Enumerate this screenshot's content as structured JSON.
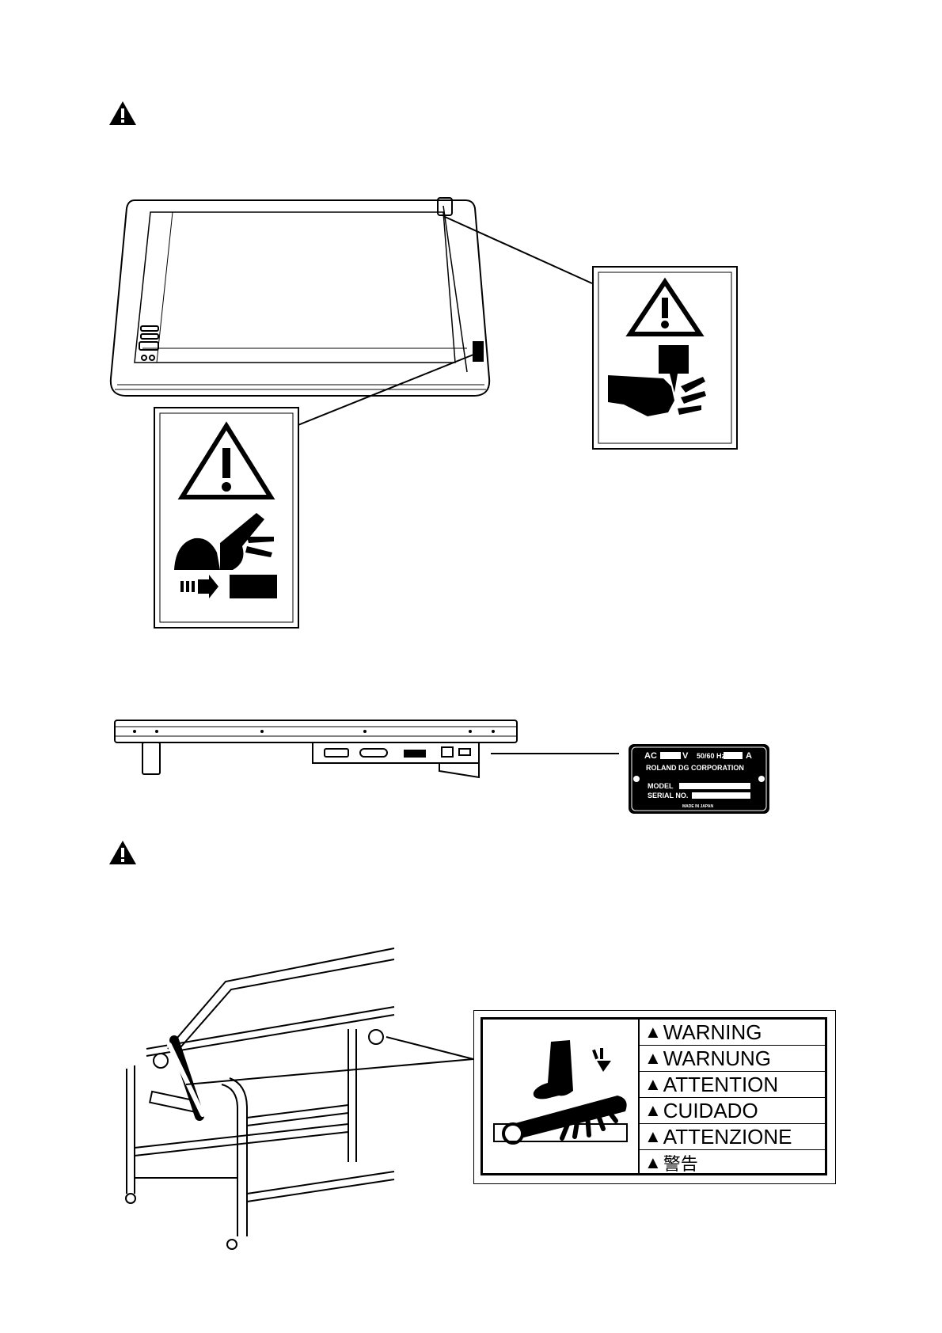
{
  "rating_plate": {
    "ac_label": "AC",
    "v_label": "V",
    "freq_label": "50/60 Hz",
    "a_label": "A",
    "company": "ROLAND DG CORPORATION",
    "model_label": "MODEL",
    "serial_label": "SERIAL NO.",
    "origin": "MADE IN JAPAN"
  },
  "warning_label": {
    "rows": [
      "WARNING",
      "WARNUNG",
      "ATTENTION",
      "CUIDADO",
      "ATTENZIONE",
      "警告"
    ]
  },
  "icons": [
    "caution-triangle-icon",
    "hand-cutter-hazard-icon",
    "hand-pinch-hazard-icon",
    "foot-crush-hazard-icon"
  ]
}
